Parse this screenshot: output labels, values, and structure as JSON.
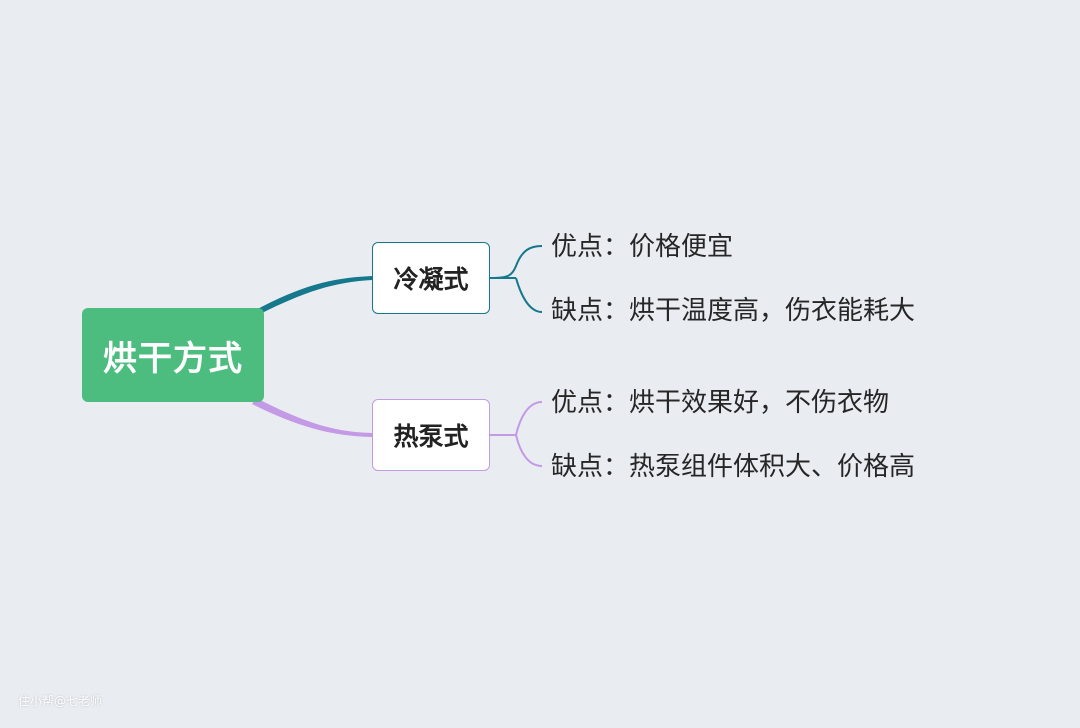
{
  "mindmap": {
    "root": {
      "label": "烘干方式"
    },
    "branches": [
      {
        "label": "冷凝式",
        "items": [
          {
            "tag": "优点：",
            "text": "价格便宜"
          },
          {
            "tag": "缺点：",
            "text": "烘干温度高，伤衣能耗大"
          }
        ]
      },
      {
        "label": "热泵式",
        "items": [
          {
            "tag": "优点：",
            "text": "烘干效果好，不伤衣物"
          },
          {
            "tag": "缺点：",
            "text": "热泵组件体积大、价格高"
          }
        ]
      }
    ]
  },
  "watermark": "住小帮@七老师",
  "colors": {
    "background": "#e9edf2",
    "root_fill": "#4dbd7f",
    "branch_1": "#15788c",
    "branch_2": "#c49ae6"
  }
}
